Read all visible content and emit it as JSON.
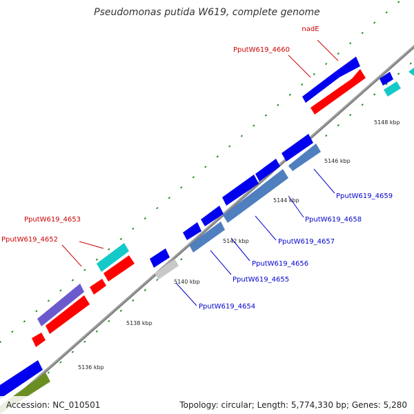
{
  "title": "Pseudomonas putida W619, complete genome",
  "footer": {
    "accession": "Accession: NC_010501",
    "summary": "Topology: circular; Length: 5,774,330 bp; Genes: 5,280"
  },
  "ticks": [
    "5136 kbp",
    "5138 kbp",
    "5140 kbp",
    "5142 kbp",
    "5144 kbp",
    "5146 kbp",
    "5148 kbp"
  ],
  "genes": {
    "PputW619_4652": "PputW619_4652",
    "PputW619_4653": "PputW619_4653",
    "PputW619_4654": "PputW619_4654",
    "PputW619_4655": "PputW619_4655",
    "PputW619_4656": "PputW619_4656",
    "PputW619_4657": "PputW619_4657",
    "PputW619_4658": "PputW619_4658",
    "PputW619_4659": "PputW619_4659",
    "PputW619_4660": "PputW619_4660",
    "nadE": "nadE"
  },
  "colors": {
    "label_forward": "#cc0000",
    "label_reverse": "#0000cc",
    "cds_blue": "#0000ee",
    "cds_red": "#ff0000",
    "cds_steel": "#4f7fbf",
    "cds_cyan": "#16c9c9",
    "cds_purple": "#6a5acd",
    "cds_grey": "#c8c8c8",
    "cds_olive": "#6b8e23",
    "backbone": "#7f7f7f",
    "tick_green": "#228b22"
  }
}
